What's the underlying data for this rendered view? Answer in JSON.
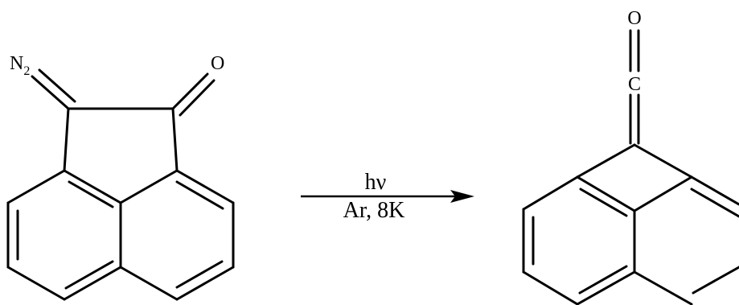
{
  "reactant": {
    "diazo_label": "N",
    "diazo_subscript": "2",
    "carbonyl_label": "O"
  },
  "arrow": {
    "above": "hν",
    "below": "Ar, 8K"
  },
  "product": {
    "oxygen_label": "O",
    "carbon_label": "C"
  }
}
